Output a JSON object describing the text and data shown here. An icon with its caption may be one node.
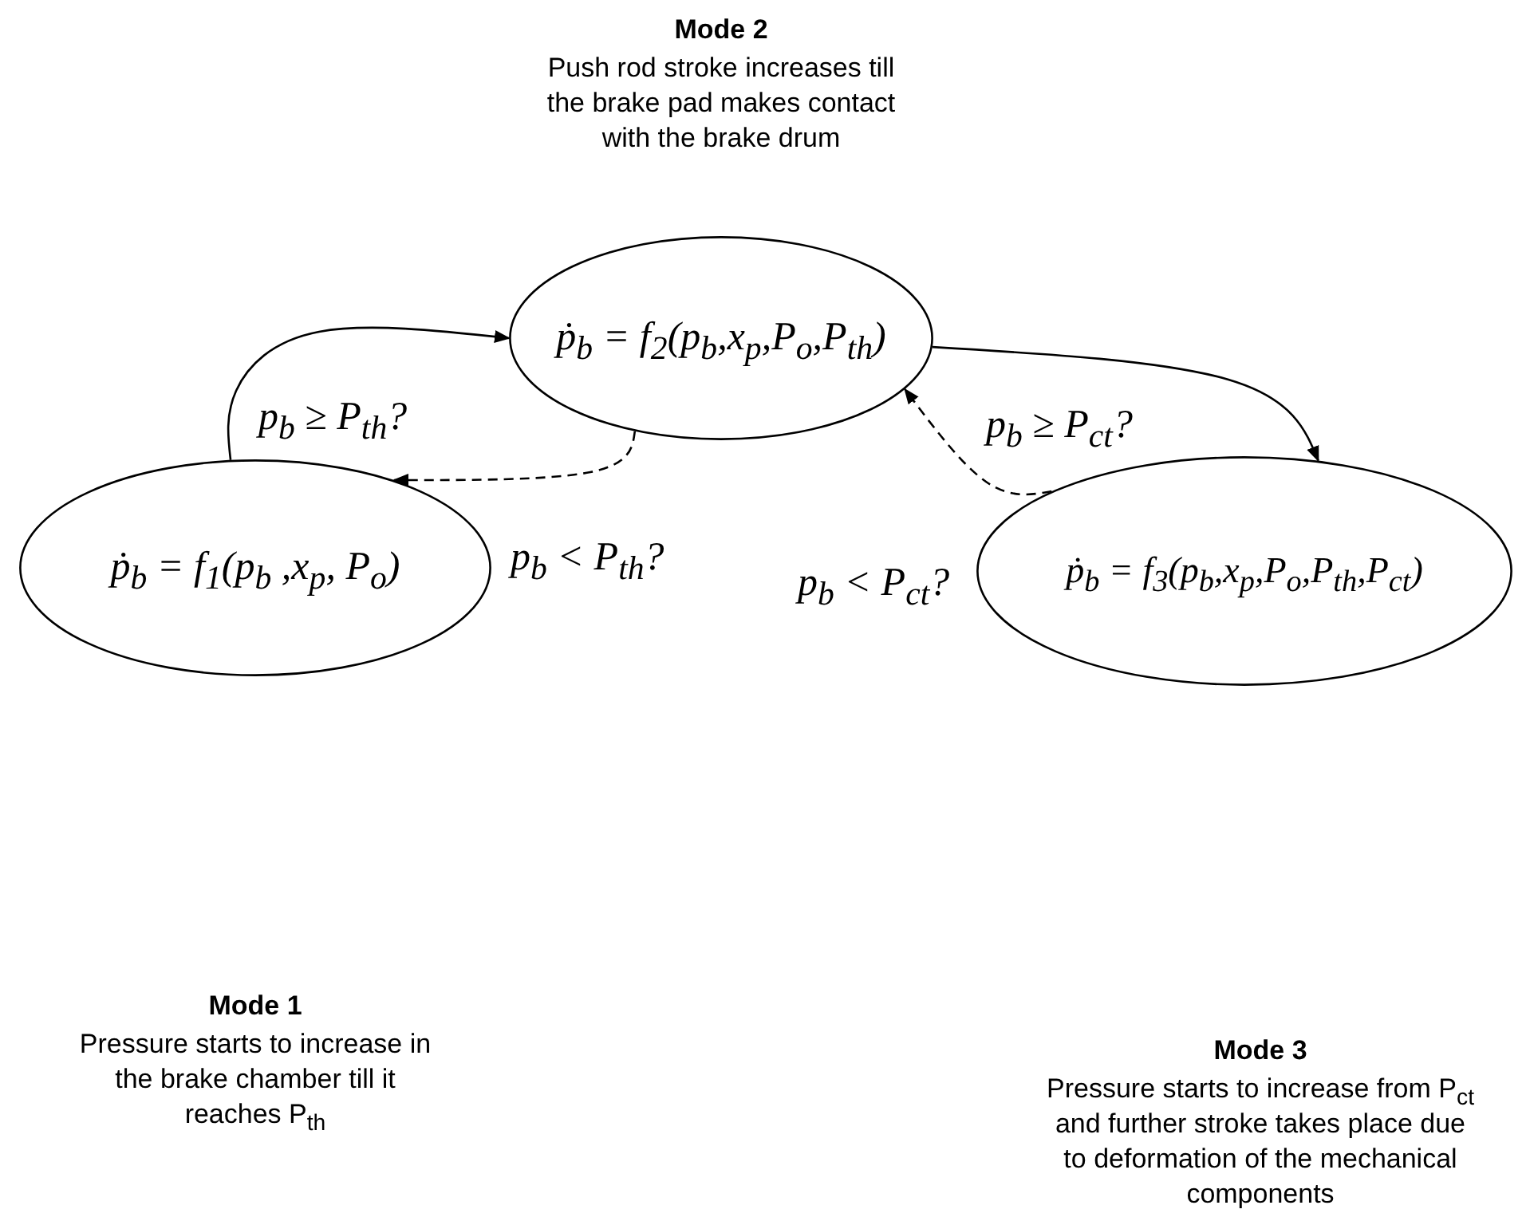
{
  "diagram": {
    "nodes": [
      {
        "text": [
          "ṗ$_{b}$ = f$_{2}$(p$_{b}$,x$_{p}$,P$_{o}$,P$_{th}$)"
        ],
        "beside": [
          "Mode 2",
          "Push rod stroke increases till the brake pad makes contact with the brake drum"
        ]
      },
      {
        "text": [
          "ṗ$_{b}$ = f$_{1}$(p$_{b}$ ,x$_{p}$, P$_{o}$)"
        ],
        "beside": [
          "Mode 1",
          "Pressure starts to increase in the brake chamber till it reaches P$_{th}$"
        ]
      },
      {
        "text": [
          "ṗ$_{b}$ = f$_{3}$(p$_{b}$,x$_{p}$,P$_{o}$,P$_{th}$,P$_{ct}$)"
        ],
        "beside": [
          "Mode 3",
          "Pressure starts to increase from P$_{ct}$ and further stroke takes place due to deformation of the mechanical components"
        ]
      }
    ],
    "edges": [
      {
        "from": 1,
        "to": 0,
        "arrow": "to",
        "label": "p$_{b}$ ≥ P$_{th}$?"
      },
      {
        "from": 0,
        "to": 1,
        "arrow": "to",
        "label": "p$_{b}$ < P$_{th}$?",
        "style": "dashed"
      },
      {
        "from": 0,
        "to": 2,
        "arrow": "to",
        "label": "p$_{b}$ ≥ P$_{ct}$?"
      },
      {
        "from": 2,
        "to": 0,
        "arrow": "to",
        "label": "p$_{b}$ < P$_{ct}$?",
        "style": "dashed"
      }
    ]
  }
}
